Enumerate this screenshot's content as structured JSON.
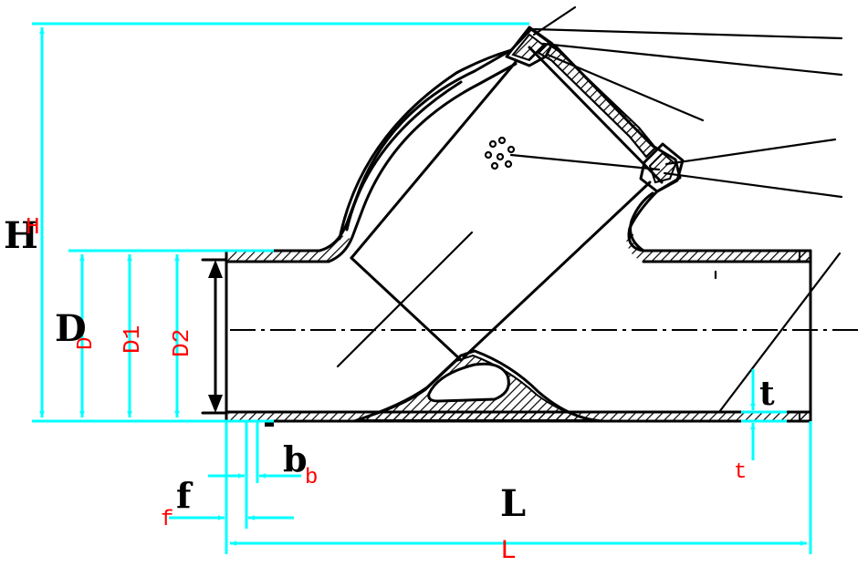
{
  "labels": {
    "H": "H",
    "D": "D",
    "D1": "D1",
    "D2": "D2",
    "b": "b",
    "f": "f",
    "L": "L",
    "t": "t"
  },
  "red_labels": {
    "H": "H",
    "D": "D",
    "D1": "D1",
    "D2": "D2",
    "b": "b",
    "f": "f",
    "L": "L",
    "t": "t"
  },
  "colors": {
    "outline": "#000000",
    "dimension": "#00ffff",
    "label_secondary": "#ff0000",
    "background": "#ffffff"
  }
}
